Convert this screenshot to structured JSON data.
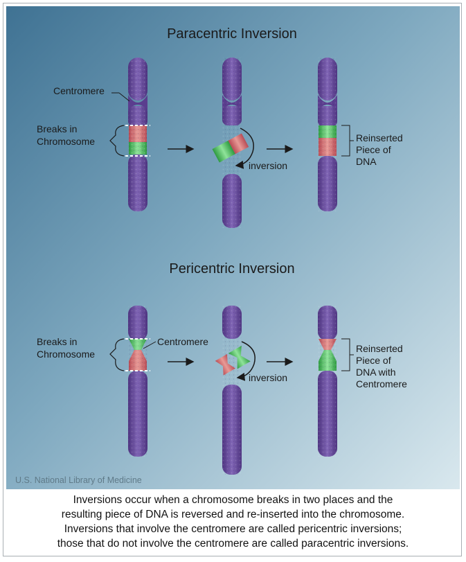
{
  "diagram": {
    "paracentric": {
      "title": "Paracentric Inversion",
      "centromere_label": "Centromere",
      "breaks_label": [
        "Breaks in",
        "Chromosome"
      ],
      "inversion_label": "inversion",
      "reinserted_label": [
        "Reinserted",
        "Piece of",
        "DNA"
      ]
    },
    "pericentric": {
      "title": "Pericentric Inversion",
      "centromere_label": "Centromere",
      "breaks_label": [
        "Breaks in",
        "Chromosome"
      ],
      "inversion_label": "inversion",
      "reinserted_label": [
        "Reinserted",
        "Piece of",
        "DNA with",
        "Centromere"
      ]
    },
    "credit": "U.S. National Library of Medicine",
    "colors": {
      "chromosome": "#6a4a9c",
      "segment_red": "#d86a6a",
      "segment_green": "#3fbf55",
      "background_dark": "#3f7293",
      "background_light": "#d9e8ee"
    }
  },
  "caption": [
    "Inversions occur when a chromosome breaks in two places and the",
    "resulting piece of DNA is reversed and re-inserted into the chromosome.",
    "Inversions that involve the centromere are called pericentric inversions;",
    "those that do not involve the centromere are called paracentric inversions."
  ]
}
